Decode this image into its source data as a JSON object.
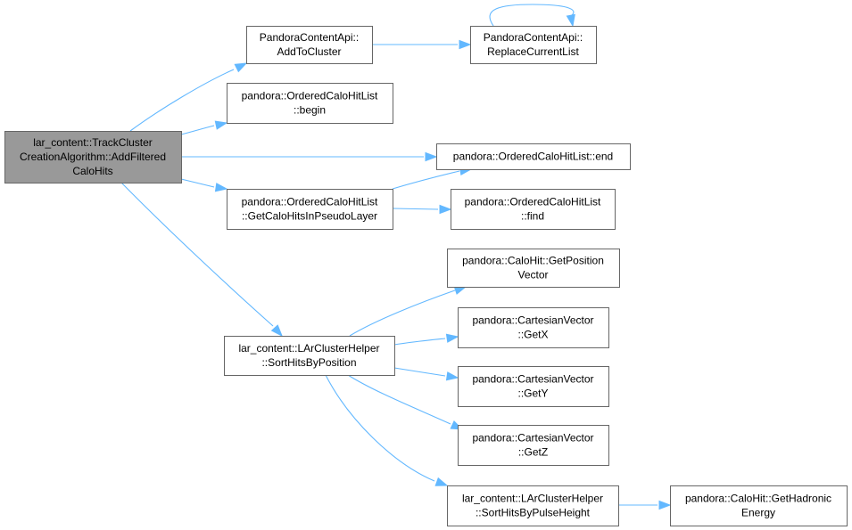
{
  "nodes": [
    {
      "id": "root",
      "lines": [
        "lar_content::TrackCluster",
        "CreationAlgorithm::AddFiltered",
        "CaloHits"
      ]
    },
    {
      "id": "addToCluster",
      "lines": [
        "PandoraContentApi::",
        "AddToCluster"
      ]
    },
    {
      "id": "replaceCurrentList",
      "lines": [
        "PandoraContentApi::",
        "ReplaceCurrentList"
      ]
    },
    {
      "id": "begin",
      "lines": [
        "pandora::OrderedCaloHitList",
        "::begin"
      ]
    },
    {
      "id": "end",
      "lines": [
        "pandora::OrderedCaloHitList::end"
      ]
    },
    {
      "id": "getCaloHitsInPseudoLayer",
      "lines": [
        "pandora::OrderedCaloHitList",
        "::GetCaloHitsInPseudoLayer"
      ]
    },
    {
      "id": "find",
      "lines": [
        "pandora::OrderedCaloHitList",
        "::find"
      ]
    },
    {
      "id": "getPositionVector",
      "lines": [
        "pandora::CaloHit::GetPosition",
        "Vector"
      ]
    },
    {
      "id": "sortHitsByPosition",
      "lines": [
        "lar_content::LArClusterHelper",
        "::SortHitsByPosition"
      ]
    },
    {
      "id": "getX",
      "lines": [
        "pandora::CartesianVector",
        "::GetX"
      ]
    },
    {
      "id": "getY",
      "lines": [
        "pandora::CartesianVector",
        "::GetY"
      ]
    },
    {
      "id": "getZ",
      "lines": [
        "pandora::CartesianVector",
        "::GetZ"
      ]
    },
    {
      "id": "sortHitsByPulseHeight",
      "lines": [
        "lar_content::LArClusterHelper",
        "::SortHitsByPulseHeight"
      ]
    },
    {
      "id": "getHadronicEnergy",
      "lines": [
        "pandora::CaloHit::GetHadronic",
        "Energy"
      ]
    }
  ],
  "edges": [
    {
      "from": "root",
      "to": "addToCluster"
    },
    {
      "from": "root",
      "to": "begin"
    },
    {
      "from": "root",
      "to": "end"
    },
    {
      "from": "root",
      "to": "getCaloHitsInPseudoLayer"
    },
    {
      "from": "root",
      "to": "sortHitsByPosition"
    },
    {
      "from": "addToCluster",
      "to": "replaceCurrentList"
    },
    {
      "from": "replaceCurrentList",
      "to": "replaceCurrentList"
    },
    {
      "from": "getCaloHitsInPseudoLayer",
      "to": "end"
    },
    {
      "from": "getCaloHitsInPseudoLayer",
      "to": "find"
    },
    {
      "from": "sortHitsByPosition",
      "to": "getPositionVector"
    },
    {
      "from": "sortHitsByPosition",
      "to": "getX"
    },
    {
      "from": "sortHitsByPosition",
      "to": "getY"
    },
    {
      "from": "sortHitsByPosition",
      "to": "getZ"
    },
    {
      "from": "sortHitsByPosition",
      "to": "sortHitsByPulseHeight"
    },
    {
      "from": "sortHitsByPulseHeight",
      "to": "getHadronicEnergy"
    }
  ],
  "colors": {
    "edge": "#63b8ff",
    "root_fill": "#999999",
    "node_border": "#666666",
    "node_fill": "#ffffff"
  }
}
